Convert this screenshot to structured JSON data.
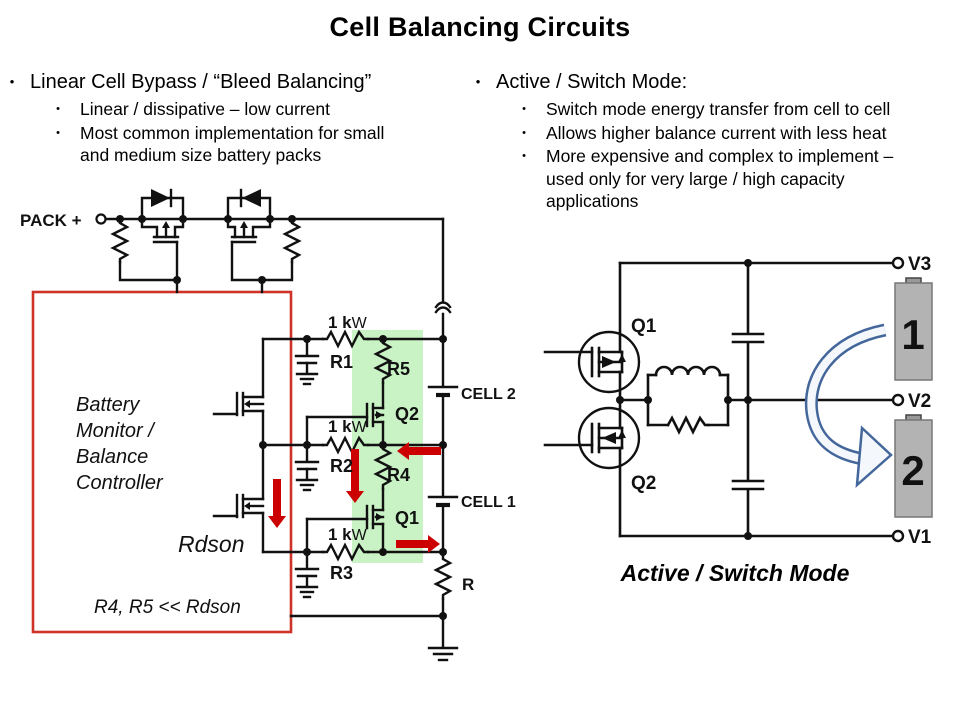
{
  "slide": {
    "title": "Cell Balancing Circuits"
  },
  "bullets": {
    "marker": "•"
  },
  "left_column": {
    "heading": "Linear Cell Bypass / “Bleed Balancing”",
    "items": [
      "Linear / dissipative – low current",
      "Most common implementation for small and medium size battery packs"
    ]
  },
  "right_column": {
    "heading": "Active / Switch Mode:",
    "items": [
      "Switch mode energy transfer from cell to cell",
      "Allows higher balance current with less heat",
      "More expensive and complex to implement – used only for very large / high capacity applications"
    ]
  },
  "linear_circuit": {
    "pack_terminal": "PACK +",
    "controller_lines": [
      "Battery",
      "Monitor /",
      "Balance",
      "Controller"
    ],
    "rdson": "Rdson",
    "note": "R4, R5 << Rdson",
    "resistor_value": {
      "prefix": "1 k",
      "omega": "W"
    },
    "labels": {
      "r1": "R1",
      "r2": "R2",
      "r3": "R3",
      "r4": "R4",
      "r5": "R5",
      "q1": "Q1",
      "q2": "Q2",
      "cell1": "CELL 1",
      "cell2": "CELL 2",
      "r": "R"
    }
  },
  "active_circuit": {
    "labels": {
      "q1": "Q1",
      "q2": "Q2",
      "v1": "V1",
      "v2": "V2",
      "v3": "V3"
    },
    "cell1_number": "1",
    "cell2_number": "2",
    "caption": "Active / Switch Mode"
  },
  "colors": {
    "accent_red": "#cf3327",
    "arrow_red": "#cc0000",
    "highlight_green": "#c9f2c5",
    "cell_gray": "#b3b3b3",
    "cell_number": "#cbdf3a",
    "arrow_blue": "#44679b"
  }
}
